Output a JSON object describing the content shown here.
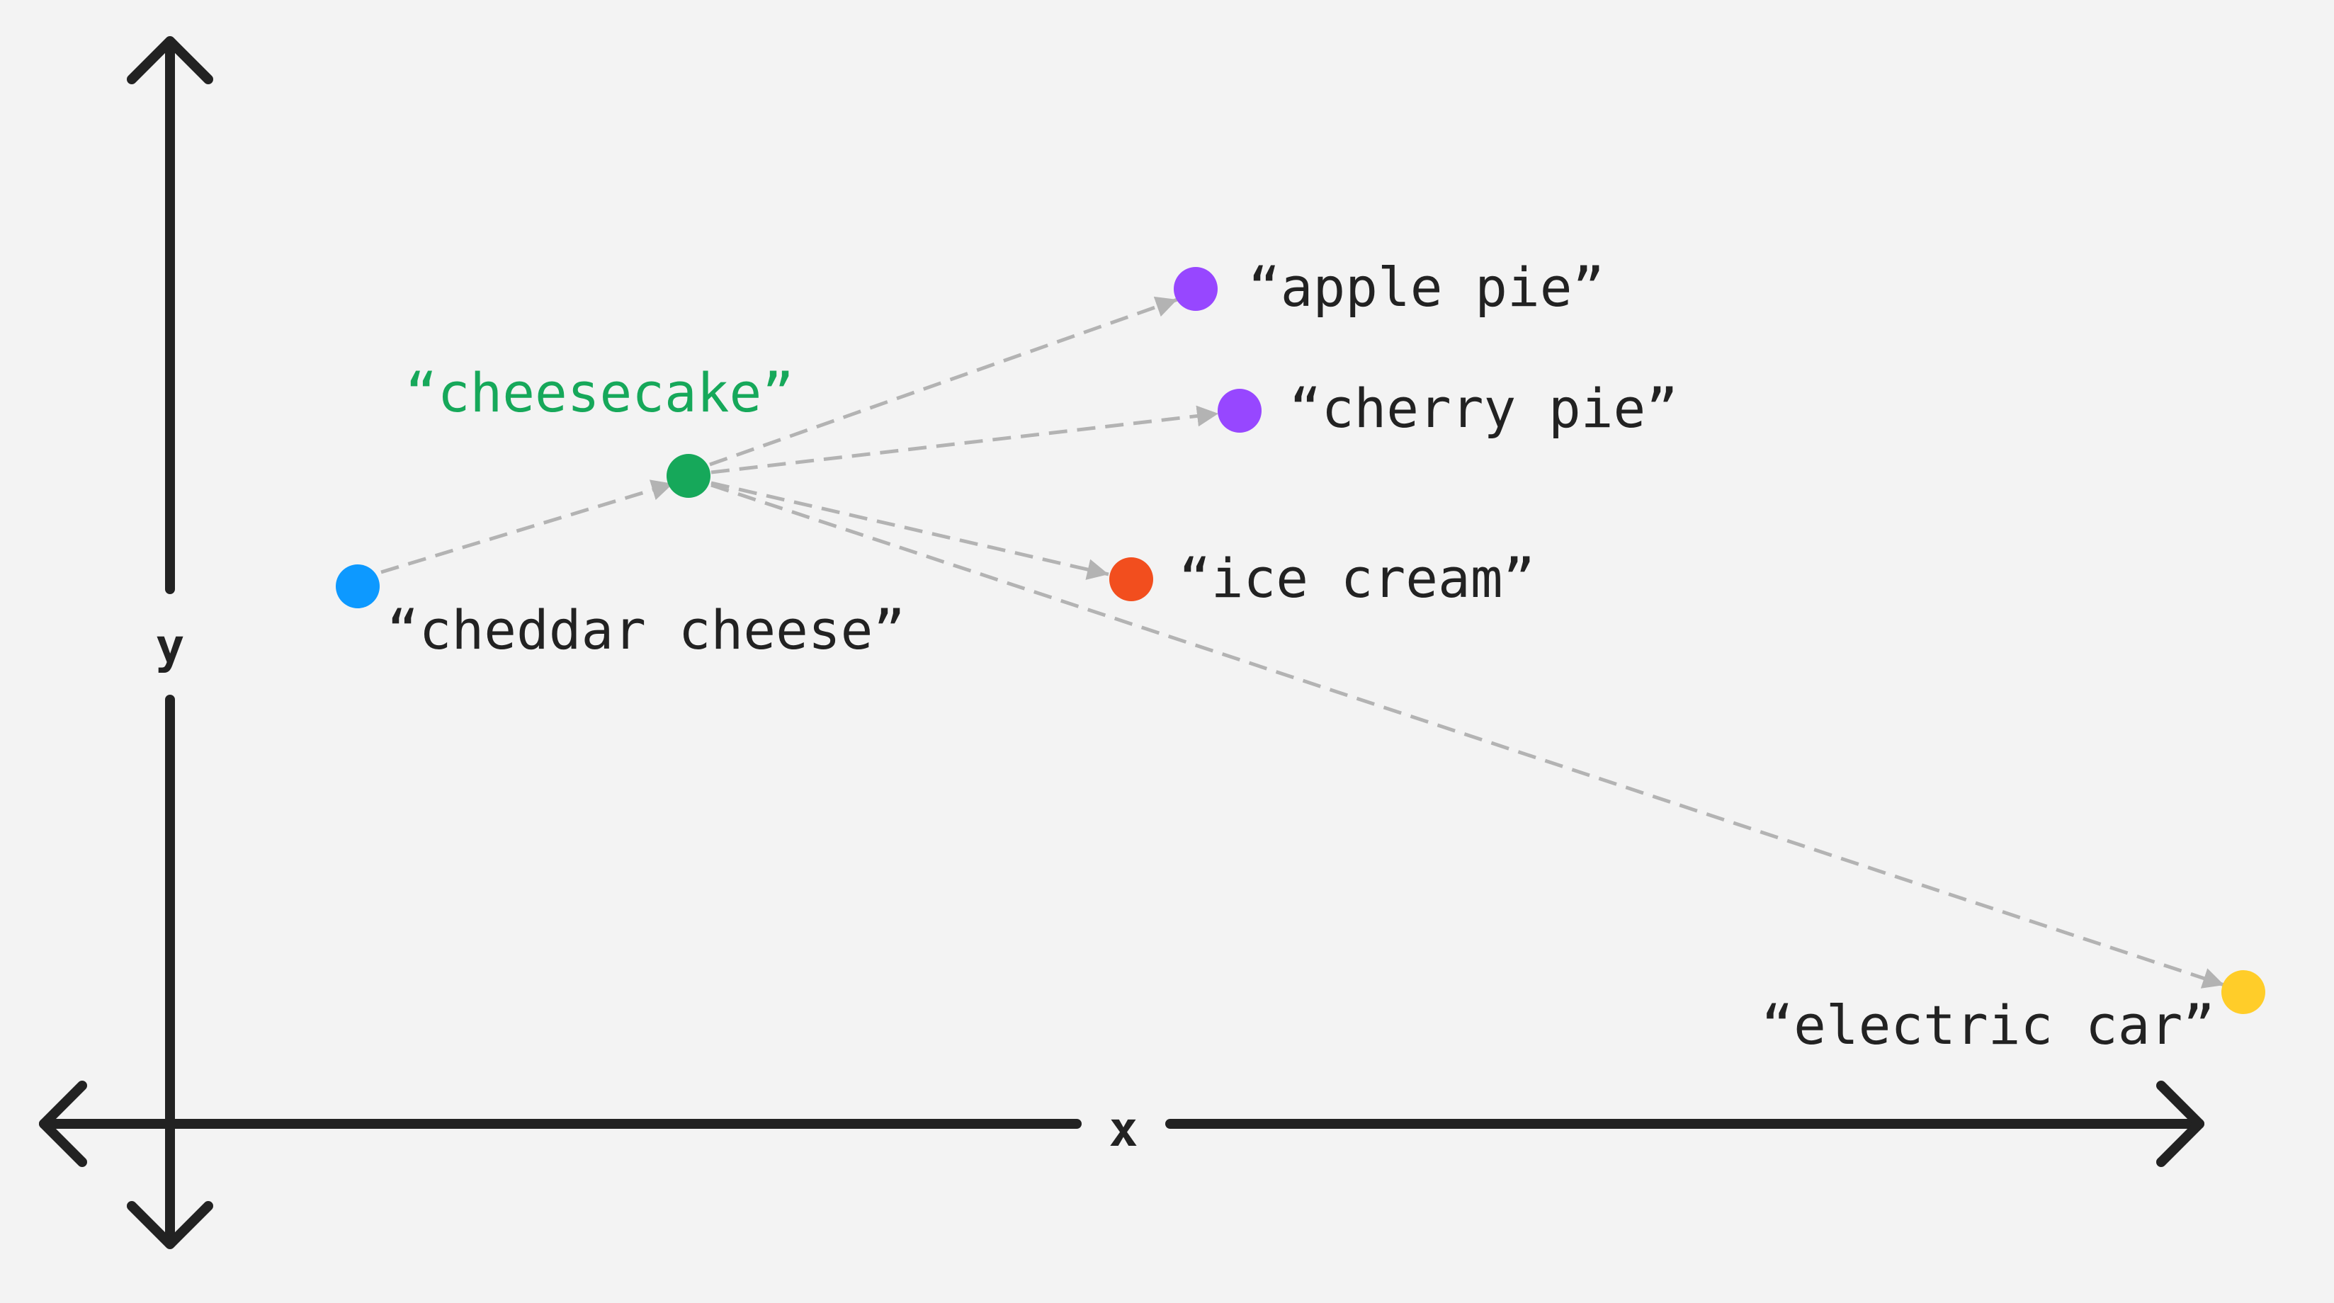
{
  "axes": {
    "x_label": "x",
    "y_label": "y"
  },
  "colors": {
    "background": "#f3f3f3",
    "axis": "#222222",
    "connector": "#b3b3b3",
    "label_default": "#222222"
  },
  "query": {
    "label": "“cheesecake”",
    "color": "#16a85a"
  },
  "points": [
    {
      "id": "apple-pie",
      "label": "“apple pie”",
      "color": "#9747ff"
    },
    {
      "id": "cherry-pie",
      "label": "“cherry pie”",
      "color": "#9747ff"
    },
    {
      "id": "ice-cream",
      "label": "“ice cream”",
      "color": "#f24e1e"
    },
    {
      "id": "cheddar-cheese",
      "label": "“cheddar cheese”",
      "color": "#0d99ff"
    },
    {
      "id": "electric-car",
      "label": "“electric car”",
      "color": "#ffcd29"
    }
  ]
}
